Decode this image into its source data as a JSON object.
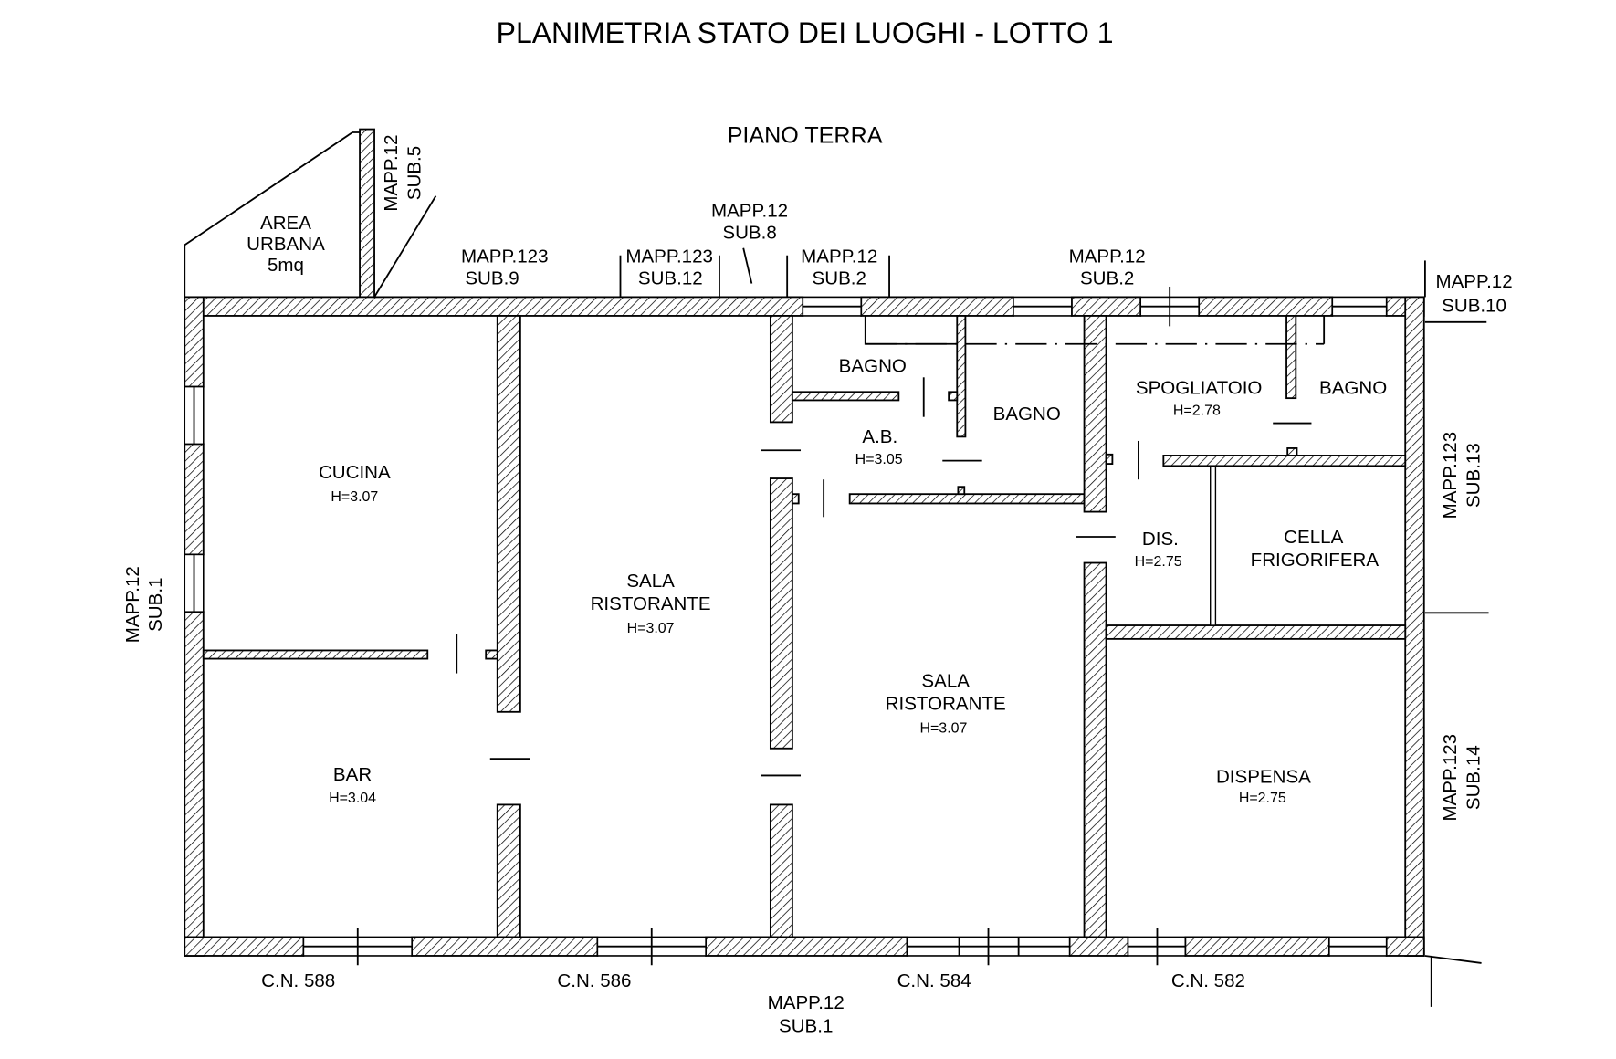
{
  "title": "PLANIMETRIA STATO DEI LUOGHI - LOTTO 1",
  "subtitle": "PIANO TERRA",
  "area_urbana": {
    "line1": "AREA",
    "line2": "URBANA",
    "line3": "5mq"
  },
  "rooms": [
    {
      "name": "CUCINA",
      "height": "H=3.07"
    },
    {
      "name": "BAR",
      "height": "H=3.04"
    },
    {
      "name1": "SALA",
      "name2": "RISTORANTE",
      "height": "H=3.07"
    },
    {
      "name1": "SALA",
      "name2": "RISTORANTE",
      "height": "H=3.07"
    },
    {
      "name": "BAGNO"
    },
    {
      "name": "BAGNO"
    },
    {
      "name": "A.B.",
      "height": "H=3.05"
    },
    {
      "name": "SPOGLIATOIO",
      "height": "H=2.78"
    },
    {
      "name": "BAGNO"
    },
    {
      "name": "DIS.",
      "height": "H=2.75"
    },
    {
      "name1": "CELLA",
      "name2": "FRIGORIFERA"
    },
    {
      "name": "DISPENSA",
      "height": "H=2.75"
    }
  ],
  "neighbors": {
    "top": [
      {
        "l1": "MAPP.12",
        "l2": "SUB.5"
      },
      {
        "l1": "MAPP.123",
        "l2": "SUB.9"
      },
      {
        "l1": "MAPP.123",
        "l2": "SUB.12"
      },
      {
        "l1": "MAPP.12",
        "l2": "SUB.8"
      },
      {
        "l1": "MAPP.12",
        "l2": "SUB.2"
      },
      {
        "l1": "MAPP.12",
        "l2": "SUB.2"
      },
      {
        "l1": "MAPP.12",
        "l2": "SUB.10"
      }
    ],
    "left": {
      "l1": "MAPP.12",
      "l2": "SUB.1"
    },
    "right": [
      {
        "l1": "MAPP.123",
        "l2": "SUB.13"
      },
      {
        "l1": "MAPP.123",
        "l2": "SUB.14"
      }
    ],
    "bottom": {
      "l1": "MAPP.12",
      "l2": "SUB.1"
    }
  },
  "civic_numbers": [
    "C.N. 588",
    "C.N. 586",
    "C.N. 584",
    "C.N. 582"
  ]
}
